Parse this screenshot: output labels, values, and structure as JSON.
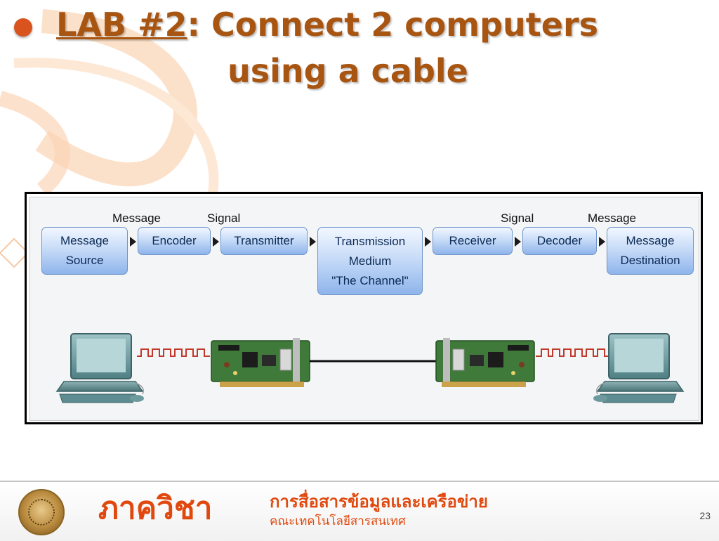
{
  "title": {
    "lab": "LAB #2",
    "rest_line1": ": Connect 2 computers",
    "line2": "using a cable"
  },
  "diagram": {
    "labels": {
      "message_left": "Message",
      "signal_left": "Signal",
      "signal_right": "Signal",
      "message_right": "Message"
    },
    "blocks": [
      {
        "lines": [
          "Message",
          "Source"
        ]
      },
      {
        "lines": [
          "Encoder"
        ]
      },
      {
        "lines": [
          "Transmitter"
        ]
      },
      {
        "lines": [
          "Transmission",
          "Medium",
          "\"The Channel\""
        ]
      },
      {
        "lines": [
          "Receiver"
        ]
      },
      {
        "lines": [
          "Decoder"
        ]
      },
      {
        "lines": [
          "Message",
          "Destination"
        ]
      }
    ]
  },
  "footer": {
    "department_big": "ภาควิชา",
    "department_line1": "การสื่อสารข้อมูลและเครือข่าย",
    "department_line2": "คณะเทคโนโลยีสารสนเทศ",
    "page_number": "23"
  },
  "colors": {
    "title": "#a85512",
    "accent": "#e0480e",
    "block_fill": "#8eb4eb",
    "block_text": "#0b2a55"
  }
}
